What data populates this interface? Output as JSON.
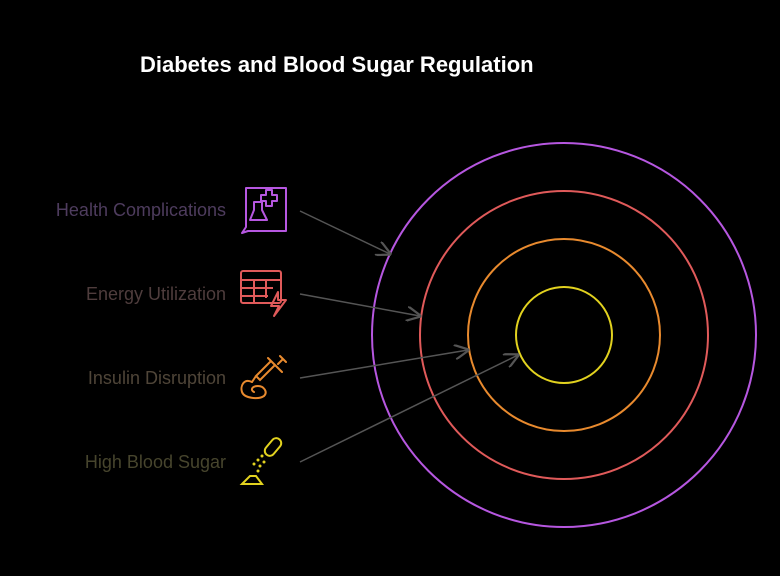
{
  "title": "Diabetes and Blood Sugar Regulation",
  "layers": [
    {
      "label": "Health Complications",
      "icon": "medical-flask-chat-icon",
      "color": "#b657e0",
      "text_color": "#4e3c5e"
    },
    {
      "label": "Energy Utilization",
      "icon": "grid-lightning-icon",
      "color": "#e05a5a",
      "text_color": "#4f3d3d"
    },
    {
      "label": "Insulin Disruption",
      "icon": "syringe-icon",
      "color": "#e88a2e",
      "text_color": "#4f4538"
    },
    {
      "label": "High Blood Sugar",
      "icon": "sugar-pour-icon",
      "color": "#e2d21f",
      "text_color": "#47452d"
    }
  ],
  "arrow_color": "#555555"
}
